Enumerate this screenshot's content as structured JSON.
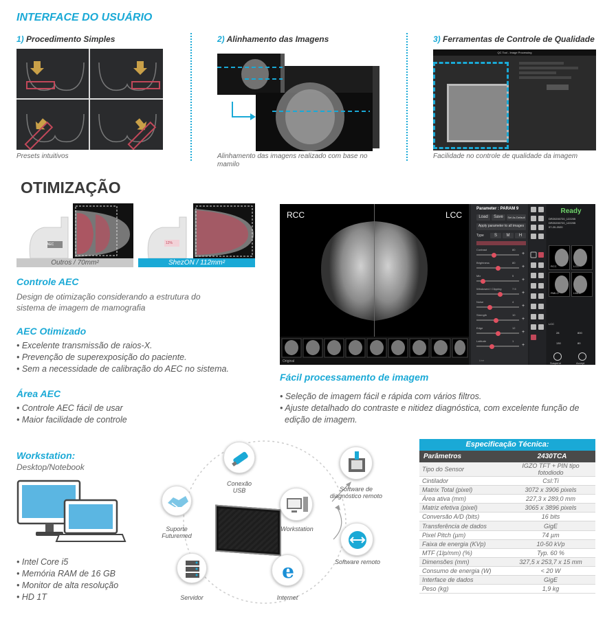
{
  "header": {
    "title": "INTERFACE DO USUÁRIO"
  },
  "steps": [
    {
      "num": "1)",
      "title": "Procedimento Simples",
      "caption": "Presets intuitivos"
    },
    {
      "num": "2)",
      "title": "Alinhamento das Imagens",
      "caption": "Alinhamento das imagens realizado com base no mamilo"
    },
    {
      "num": "3)",
      "title": "Ferramentas de Controle de Qualidade",
      "caption": "Facilidade no controle de qualidade da imagem",
      "window_title": "QC Tool - Image Processing"
    }
  ],
  "otimizacao": {
    "title": "OTIMIZAÇÃO",
    "compare_left": "Outros / 70mm²",
    "compare_right": "ShezON / 112mm²",
    "aec_badge": "AEC",
    "aec_badge2": "12%",
    "controle_title": "Controle AEC",
    "controle_text": "Design de otimização considerando a estrutura do sistema de imagem de mamografia",
    "otimizado_title": "AEC Otimizado",
    "otimizado_items": [
      "• Excelente transmissão de raios-X.",
      "• Prevenção de superexposição do paciente.",
      "• Sem a necessidade de calibração do AEC no sistema."
    ],
    "area_title": "Área AEC",
    "area_items": [
      "• Controle AEC fácil de usar",
      "• Maior facilidade de controle"
    ]
  },
  "viewer": {
    "label_left": "RCC",
    "label_right": "LCC",
    "parameter": "Parameter : PARAM 9",
    "btns": [
      "Load",
      "Save",
      "Set As Default"
    ],
    "apply": "Apply parameter to all images",
    "type_label": "Type",
    "type_opts": [
      "S",
      "M",
      "H"
    ],
    "sliders": [
      {
        "name": "Contrast",
        "value": "80",
        "level": 0.4
      },
      {
        "name": "Brightness",
        "value": "80",
        "level": 0.5
      },
      {
        "name": "Mix",
        "value": "5",
        "level": 0.15
      },
      {
        "name": "Windowed / Clipping",
        "value": "7.5",
        "level": 0.55
      },
      {
        "name": "Noise",
        "value": "4",
        "level": 0.3
      },
      {
        "name": "Strength",
        "value": "10",
        "level": 0.45
      },
      {
        "name": "Edge",
        "value": "12",
        "level": 0.5
      },
      {
        "name": "Latitude",
        "value": "1",
        "level": 0.35
      }
    ],
    "ready": "Ready",
    "patient_lines": [
      "DR20200720_122205",
      "DR20200720_122205",
      "07-20-2020"
    ],
    "thumb_labels": [
      "RCC",
      "LCC",
      "RMLO",
      "LMLO"
    ],
    "footer": [
      "Original",
      "Live"
    ],
    "bottom_btns": [
      "Suspend",
      "Accept"
    ],
    "roi_label": "LCC",
    "roi_values": [
      "28",
      "800",
      "130",
      "80"
    ]
  },
  "processamento": {
    "title": "Fácil processamento de imagem",
    "items": [
      "• Seleção de imagem fácil e rápida com vários filtros.",
      "• Ajuste detalhado do contraste e nitidez diagnóstica, com excelente função de",
      "edição de imagem."
    ]
  },
  "workstation": {
    "title": "Workstation:",
    "subtitle": "Desktop/Notebook",
    "items": [
      "• Intel Core i5",
      "• Memória RAM de 16 GB",
      "• Monitor de alta resolução",
      "• HD 1T"
    ]
  },
  "diagram": {
    "usb": "Conexão\nUSB",
    "software_diag": "Software de\ndiagnóstico remoto",
    "suporte": "Suporte\nFuturemed",
    "workstation": "Workstation",
    "software_remoto": "Software remoto",
    "servidor": "Servidor",
    "internet": "Internet"
  },
  "spec": {
    "title": "Especificação Técnica:",
    "header": [
      "Parâmetros",
      "2430TCA"
    ],
    "rows": [
      [
        "Tipo do Sensor",
        "IGZO TFT + PIN tipo fotodiodo"
      ],
      [
        "Cintilador",
        "CsI:Ti"
      ],
      [
        "Matrix Total (pixel)",
        "3072 x 3906 pixels"
      ],
      [
        "Área ativa (mm)",
        "227,3 x 289,0 mm"
      ],
      [
        "Matriz efetiva (pixel)",
        "3065 x 3896 pixels"
      ],
      [
        "Conversão A/D (bits)",
        "16 bits"
      ],
      [
        "Transferência de dados",
        "GigE"
      ],
      [
        "Pixel Pitch (µm)",
        "74 µm"
      ],
      [
        "Faixa de energia (KVp)",
        "10-50 kVp"
      ],
      [
        "MTF (1lp/mm) (%)",
        "Typ. 60 %"
      ],
      [
        "Dimensões (mm)",
        "327,5 x 253,7 x 15 mm"
      ],
      [
        "Consumo de energia (W)",
        "< 20 W"
      ],
      [
        "Interface de dados",
        "GigE"
      ],
      [
        "Peso (kg)",
        "1,9 kg"
      ]
    ]
  },
  "colors": {
    "accent": "#1aa9d6",
    "dark": "#1b1c1e",
    "breast_overlay": "#c2485a",
    "ready": "#6fd36a"
  }
}
